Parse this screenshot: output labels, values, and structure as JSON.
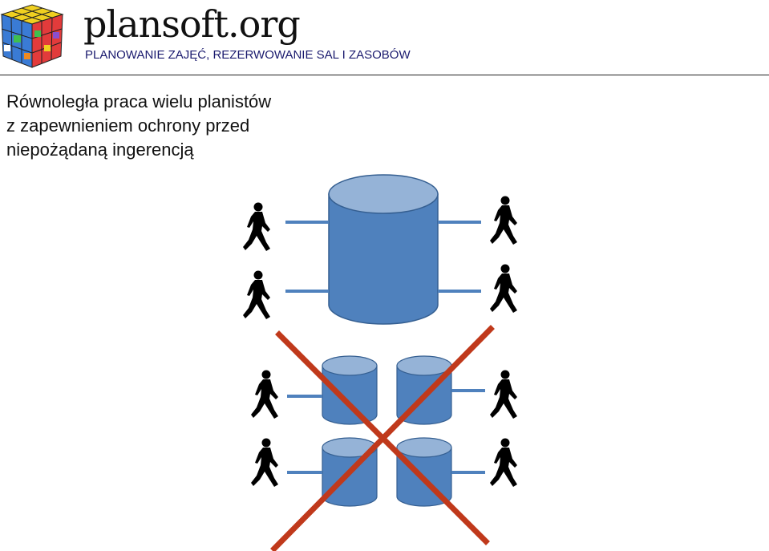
{
  "header": {
    "brand": "plansoft.org",
    "tagline": "PLANOWANIE ZAJĘĆ, REZERWOWANIE SAL I ZASOBÓW"
  },
  "heading": {
    "line1": "Równoległa praca wielu planistów",
    "line2": "z zapewnieniem ochrony przed",
    "line3": "niepożądaną ingerencją"
  },
  "colors": {
    "cylinder_fill": "#4f81bd",
    "cylinder_top": "#95b3d7",
    "connector": "#4f81bd",
    "cross": "#c0391b",
    "figure": "#000000"
  }
}
